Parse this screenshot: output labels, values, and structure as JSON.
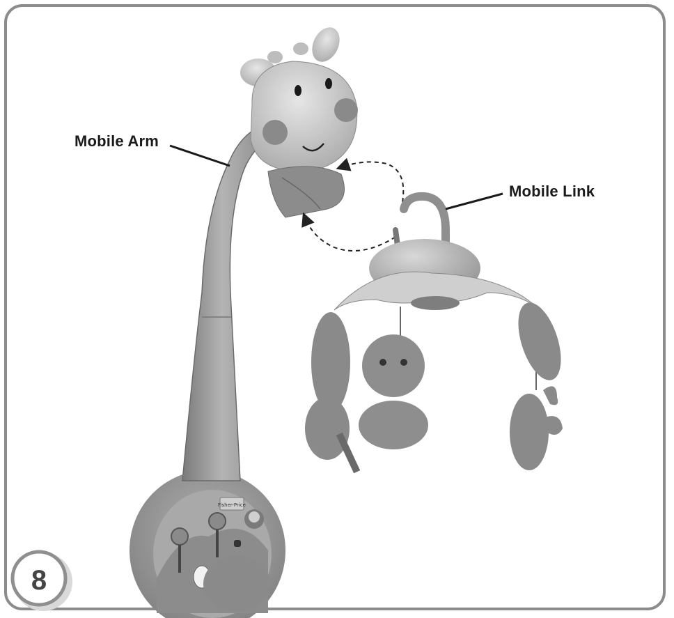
{
  "labels": {
    "mobile_arm": "Mobile Arm",
    "mobile_link": "Mobile Link"
  },
  "step": {
    "number": "8"
  },
  "brand": {
    "logo_text": "Fisher-Price"
  },
  "colors": {
    "frame": "#8c8c8c",
    "body": "#9a9a9a",
    "light": "#c8c8c8",
    "dark": "#6e6e6e"
  }
}
